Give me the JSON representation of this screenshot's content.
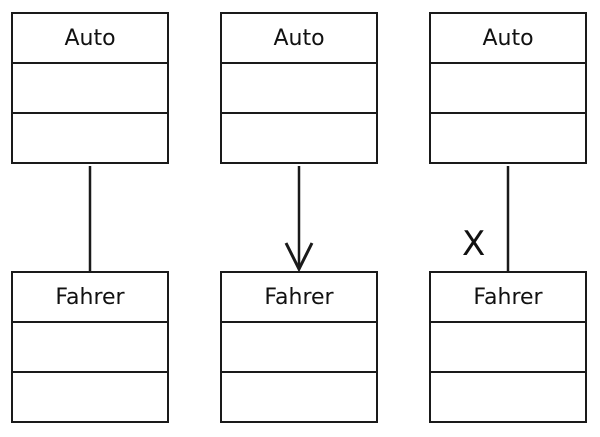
{
  "diagram": {
    "columns": [
      {
        "top_class": {
          "name": "Auto"
        },
        "bottom_class": {
          "name": "Fahrer"
        },
        "association": "plain"
      },
      {
        "top_class": {
          "name": "Auto"
        },
        "bottom_class": {
          "name": "Fahrer"
        },
        "association": "navigable-arrow"
      },
      {
        "top_class": {
          "name": "Auto"
        },
        "bottom_class": {
          "name": "Fahrer"
        },
        "association": "non-navigable",
        "marker": "X"
      }
    ],
    "colors": {
      "stroke": "#1a1a1a",
      "text": "#111111",
      "background": "#ffffff"
    }
  }
}
